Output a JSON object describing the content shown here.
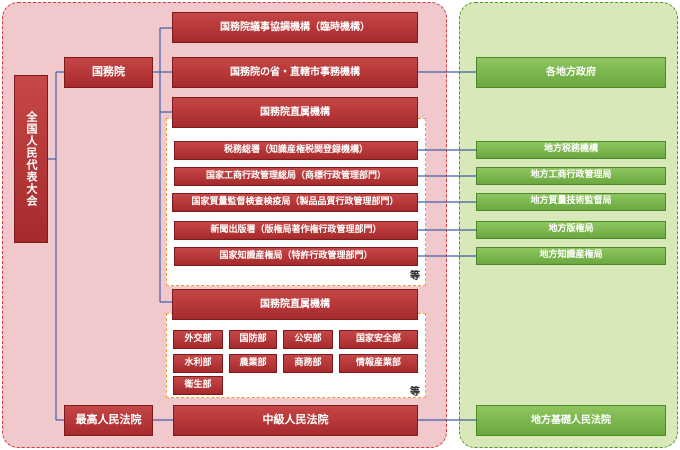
{
  "npc": "全国人民代表大会",
  "state_council": "国務院",
  "supreme_court": "最高人民法院",
  "center_boxes": {
    "coordination": "国務院議事協調機構（臨時機構）",
    "provincial_offices": "国務院の省・直轄市事務機構",
    "direct_org_1": "国務院直属機構",
    "direct_org_2": "国務院直属機構",
    "intermediate_court": "中級人民法院"
  },
  "direct_agencies": [
    "税務総署（知識産権税関登録機構）",
    "国家工商行政管理総局（商標行政管理部門）",
    "国家質量監督検査検疫局（製品品質行政管理部門）",
    "新聞出版署（版権局著作権行政管理部門）",
    "国家知識産権局（特許行政管理部門）"
  ],
  "ministries": {
    "row1": [
      "外交部",
      "国防部",
      "公安部",
      "国家安全部"
    ],
    "row2": [
      "水利部",
      "農業部",
      "商務部",
      "情報産業部"
    ],
    "row3": [
      "衛生部"
    ]
  },
  "etc_label_1": "等",
  "etc_label_2": "等",
  "local": {
    "local_government": "各地方政府",
    "agencies": [
      "地方税務機構",
      "地方工商行政管理局",
      "地方質量技術監督局",
      "地方版権局",
      "地方知識産権局"
    ],
    "basic_court": "地方基礎人民法院"
  },
  "colors": {
    "left_panel": "#f1c8cc",
    "right_panel": "#d8e8b8",
    "red_box": "#b0353a",
    "green_box": "#7cb74f",
    "connector": "#3f5fa8"
  }
}
